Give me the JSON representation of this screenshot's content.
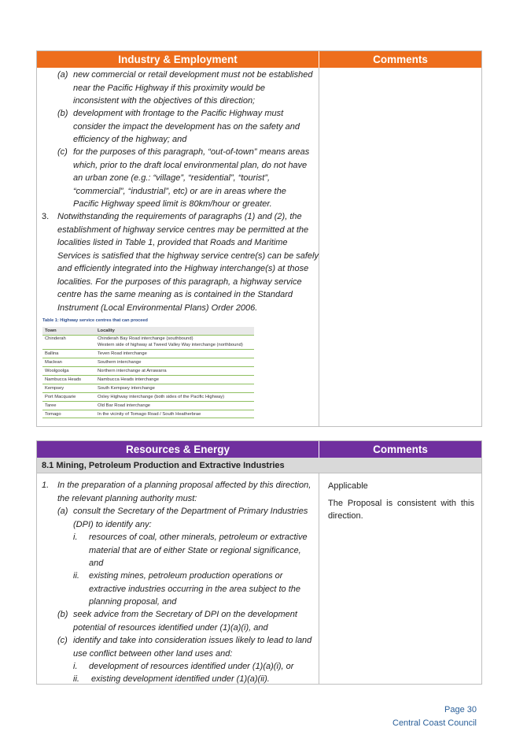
{
  "industry": {
    "header_left": "Industry & Employment",
    "header_right": "Comments",
    "item_a_label": "(a)",
    "item_a_l1": "new commercial or retail development must not be established",
    "item_a_l2": "near the Pacific Highway if this proximity would be",
    "item_a_l3": "inconsistent with the objectives of this direction;",
    "item_b_label": "(b)",
    "item_b_l1": "development with frontage to the Pacific Highway must",
    "item_b_l2": "consider the impact the development has on the safety and",
    "item_b_l3": "efficiency of the highway; and",
    "item_c_label": "(c)",
    "item_c_l1": "for the purposes of this paragraph, “out-of-town” means areas",
    "item_c_l2": "which, prior to the draft local environmental plan, do not have",
    "item_c_l3": "an urban zone (e.g.: “village”, “residential”, “tourist”,",
    "item_c_l4": "“commercial”, “industrial”, etc) or are in areas where the",
    "item_c_l5": "Pacific Highway speed limit is 80km/hour or greater.",
    "item_3_label": "3.",
    "item_3_l1": "Notwithstanding the requirements of paragraphs (1) and (2), the",
    "item_3_l2": "establishment of highway service centres may be permitted at the",
    "item_3_l3": "localities listed in Table 1, provided that Roads and Maritime",
    "item_3_l4": "Services is satisfied that the highway service centre(s) can be safely",
    "item_3_l5": "and efficiently integrated into the Highway interchange(s) at those",
    "item_3_l6": "localities. For the purposes of this paragraph, a highway service",
    "item_3_l7": "centre has the same meaning as is contained in the Standard",
    "item_3_l8": "Instrument (Local Environmental Plans) Order 2006.",
    "table1": {
      "caption": "Table 1: Highway service centres that can proceed",
      "col_town": "Town",
      "col_locality": "Locality",
      "rows": [
        {
          "town": "Chinderah",
          "loc1": "Chinderah Bay Road interchange (southbound)",
          "loc2": "Western side of highway at Tweed Valley Way interchange (northbound)"
        },
        {
          "town": "Ballina",
          "loc1": "Teven Road interchange",
          "loc2": ""
        },
        {
          "town": "Maclean",
          "loc1": "Southern interchange",
          "loc2": ""
        },
        {
          "town": "Woolgoolga",
          "loc1": "Northern interchange at Arrawarra",
          "loc2": ""
        },
        {
          "town": "Nambucca Heads",
          "loc1": "Nambucca Heads interchange",
          "loc2": ""
        },
        {
          "town": "Kempsey",
          "loc1": "South Kempsey interchange",
          "loc2": ""
        },
        {
          "town": "Port Macquarie",
          "loc1": "Oxley Highway interchange (both sides of the Pacific Highway)",
          "loc2": ""
        },
        {
          "town": "Taree",
          "loc1": "Old Bar Road interchange",
          "loc2": ""
        },
        {
          "town": "Tomago",
          "loc1": "In the vicinity of Tomago Road / South Heatherbrae",
          "loc2": ""
        }
      ]
    }
  },
  "resources": {
    "header_left": "Resources & Energy",
    "header_right": "Comments",
    "subheader": "8.1 Mining, Petroleum Production and Extractive Industries",
    "i1_label": "1.",
    "i1_l1": "In the preparation of a planning proposal affected by this direction,",
    "i1_l2": "the relevant planning authority must:",
    "a_label": "(a)",
    "a_l1": "consult the Secretary of the Department of Primary Industries",
    "a_l2": "(DPI) to identify any:",
    "ai_label": "i.",
    "ai_l1": "resources of coal, other minerals, petroleum or extractive",
    "ai_l2": "material that are of either State or regional significance,",
    "ai_l3": "and",
    "aii_label": "ii.",
    "aii_l1": "existing mines, petroleum production operations or",
    "aii_l2": "extractive industries occurring in the area subject to the",
    "aii_l3": "planning proposal, and",
    "b_label": "(b)",
    "b_l1": "seek advice from the Secretary of DPI on the development",
    "b_l2": "potential of resources identified under (1)(a)(i), and",
    "c_label": "(c)",
    "c_l1": "identify and take into consideration issues likely to lead to land",
    "c_l2": "use conflict between other land uses and:",
    "ci_label": "i.",
    "ci_l1": "development of resources identified under (1)(a)(i), or",
    "cii_label": "ii.",
    "cii_l1": "existing development identified under (1)(a)(ii).",
    "comment_1": "Applicable",
    "comment_2": "The Proposal is consistent with this direction."
  },
  "footer": {
    "page": "Page 30",
    "org": "Central Coast Council"
  }
}
